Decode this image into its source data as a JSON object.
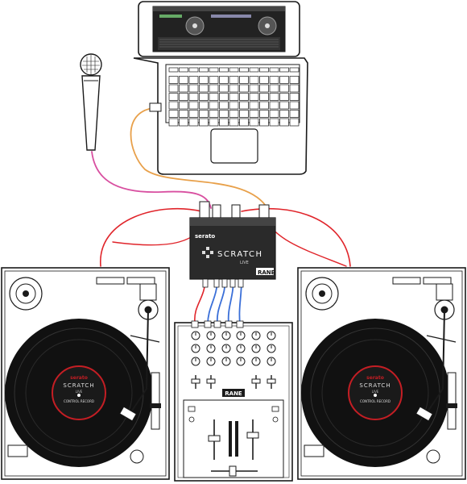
{
  "colors": {
    "cable_red": "#e0242a",
    "cable_orange": "#e8a04a",
    "cable_pink": "#d84fa0",
    "cable_blue": "#3a6fd8",
    "outline": "#1a1a1a",
    "interface_body": "#2a2a2a",
    "record": "#111111",
    "label_red": "#c41e24"
  },
  "labels": {
    "interface_brand": "serato",
    "interface_product": "SCRATCH",
    "interface_sub": "LIVE",
    "interface_maker": "RANE",
    "mixer_maker": "RANE",
    "record_brand": "serato",
    "record_product": "SCRATCH",
    "record_sub": "LIVE",
    "record_line1": "CONTROL RECORD"
  },
  "icons": {
    "laptop": "laptop-icon",
    "microphone": "microphone-icon",
    "interface": "audio-interface-icon",
    "mixer": "dj-mixer-icon",
    "turntable": "turntable-icon"
  }
}
